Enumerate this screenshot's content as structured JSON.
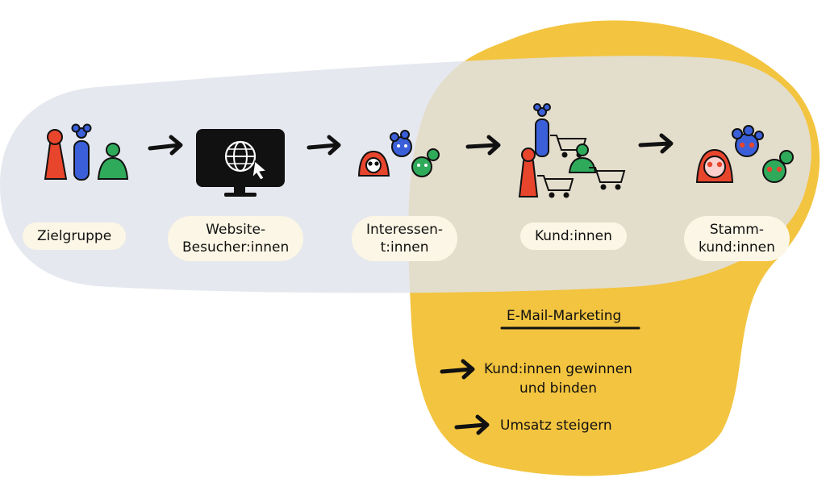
{
  "stages": [
    {
      "id": "zielgruppe",
      "lines": [
        "Zielgruppe"
      ]
    },
    {
      "id": "besucher",
      "lines": [
        "Website-",
        "Besucher:innen"
      ]
    },
    {
      "id": "interessenten",
      "lines": [
        "Interessen-",
        "t:innen"
      ]
    },
    {
      "id": "kunden",
      "lines": [
        "Kund:innen"
      ]
    },
    {
      "id": "stammkunden",
      "lines": [
        "Stamm-",
        "kund:innen"
      ]
    }
  ],
  "email_marketing": {
    "title": "E-Mail-Marketing",
    "items": [
      {
        "lines": [
          "Kund:innen gewinnen",
          "und binden"
        ]
      },
      {
        "lines": [
          "Umsatz steigern"
        ]
      }
    ]
  },
  "colors": {
    "funnel_band": "#dfe3ea",
    "email_blob": "#f3c43f",
    "red": "#e8452d",
    "blue": "#3a5fd9",
    "green": "#2faa5b",
    "ink": "#111111"
  },
  "icons": [
    "people-group-icon",
    "monitor-globe-icon",
    "faces-icon",
    "shopping-carts-icon",
    "heart-eyes-faces-icon",
    "arrow-icon"
  ]
}
